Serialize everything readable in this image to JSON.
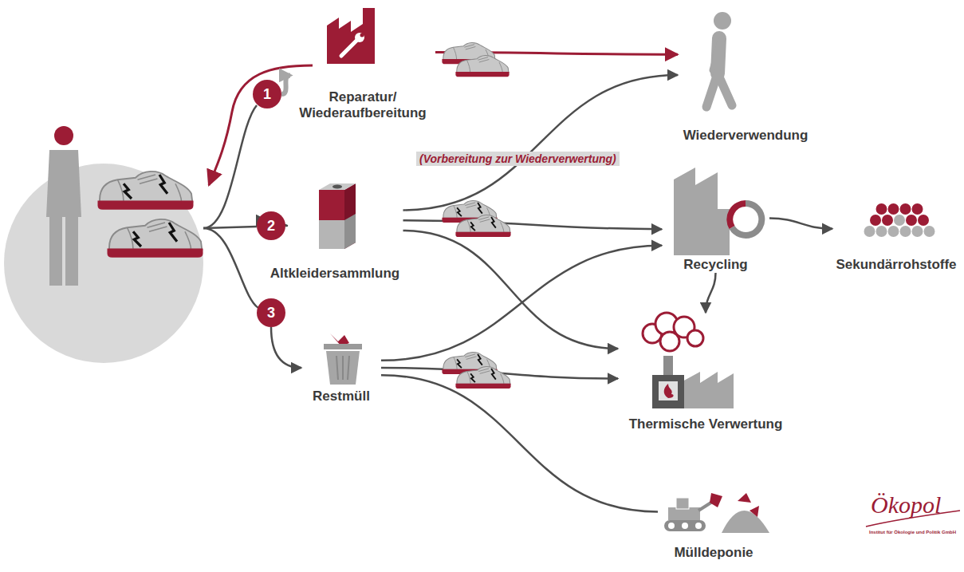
{
  "diagram": {
    "nodes": [
      {
        "text": [
          "1"
        ]
      },
      {
        "text": [
          "Reparatur/ Wiederaufbereitung"
        ]
      },
      {
        "text": [
          "Wiederverwendung"
        ]
      },
      {
        "text": [
          "2"
        ]
      },
      {
        "text": [
          "Altkleidersammlung"
        ]
      },
      {
        "text": [
          "Recycling"
        ]
      },
      {
        "text": [
          "Sekundärrohstoffe"
        ]
      },
      {
        "text": [
          "3"
        ]
      },
      {
        "text": [
          "Restmüll"
        ]
      },
      {
        "text": [
          "Thermische Verwertung"
        ]
      },
      {
        "text": [
          "Mülldeponie"
        ]
      }
    ],
    "edges": [
      {
        "from": 0,
        "to": 1,
        "arrow": "to"
      },
      {
        "from": 1,
        "to": 2,
        "arrow": "to"
      },
      {
        "from": 3,
        "to": 4,
        "arrow": "to"
      },
      {
        "from": 4,
        "to": 2,
        "arrow": "to"
      },
      {
        "from": 4,
        "to": 5,
        "arrow": "to"
      },
      {
        "from": 4,
        "to": 9,
        "arrow": "to"
      },
      {
        "from": 7,
        "to": 8,
        "arrow": "to"
      },
      {
        "from": 8,
        "to": 5,
        "arrow": "to"
      },
      {
        "from": 8,
        "to": 9,
        "arrow": "to"
      },
      {
        "from": 8,
        "to": 10,
        "arrow": "none"
      },
      {
        "from": 5,
        "to": 6,
        "arrow": "to"
      },
      {
        "from": 5,
        "to": 9,
        "arrow": "to"
      }
    ],
    "labels": [
      "(Vorbereitung zur Wiederverwertung)",
      "Ökopol",
      "Institut für Ökologie und Politik GmbH"
    ]
  }
}
